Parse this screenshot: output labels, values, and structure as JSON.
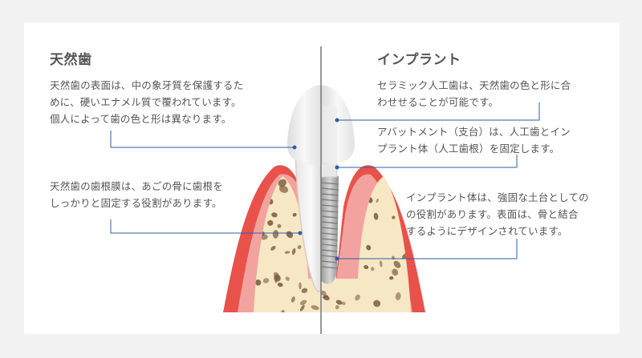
{
  "natural": {
    "title": "天然歯",
    "desc1": [
      "天然歯の表面は、中の象牙質を保護するた",
      "めに、硬いエナメル質で覆われています。",
      "個人によって歯の色と形は異なります。"
    ],
    "desc2": [
      "天然歯の歯根膜は、あごの骨に歯根を",
      "しっかりと固定する役割があります。"
    ]
  },
  "implant": {
    "title": "インプラント",
    "desc1": [
      "セラミック人工歯は、天然歯の色と形に合",
      "わせせることが可能です。"
    ],
    "desc2": [
      "アバットメント（支台）は、人工歯とイン",
      "プラント体（人工歯根）を固定します。"
    ],
    "desc3": [
      "インプラント体は、強固な土台としての",
      "の役割があります。表面は、骨と結合",
      "するようにデザインされています。"
    ]
  },
  "colors": {
    "gum_outer": "#e8524a",
    "gum_inner": "#f2a3a0",
    "bone": "#f6e8c4",
    "bone_pore": "#7a5a3e",
    "leader": "#2e5fa8",
    "divider": "#777777"
  }
}
